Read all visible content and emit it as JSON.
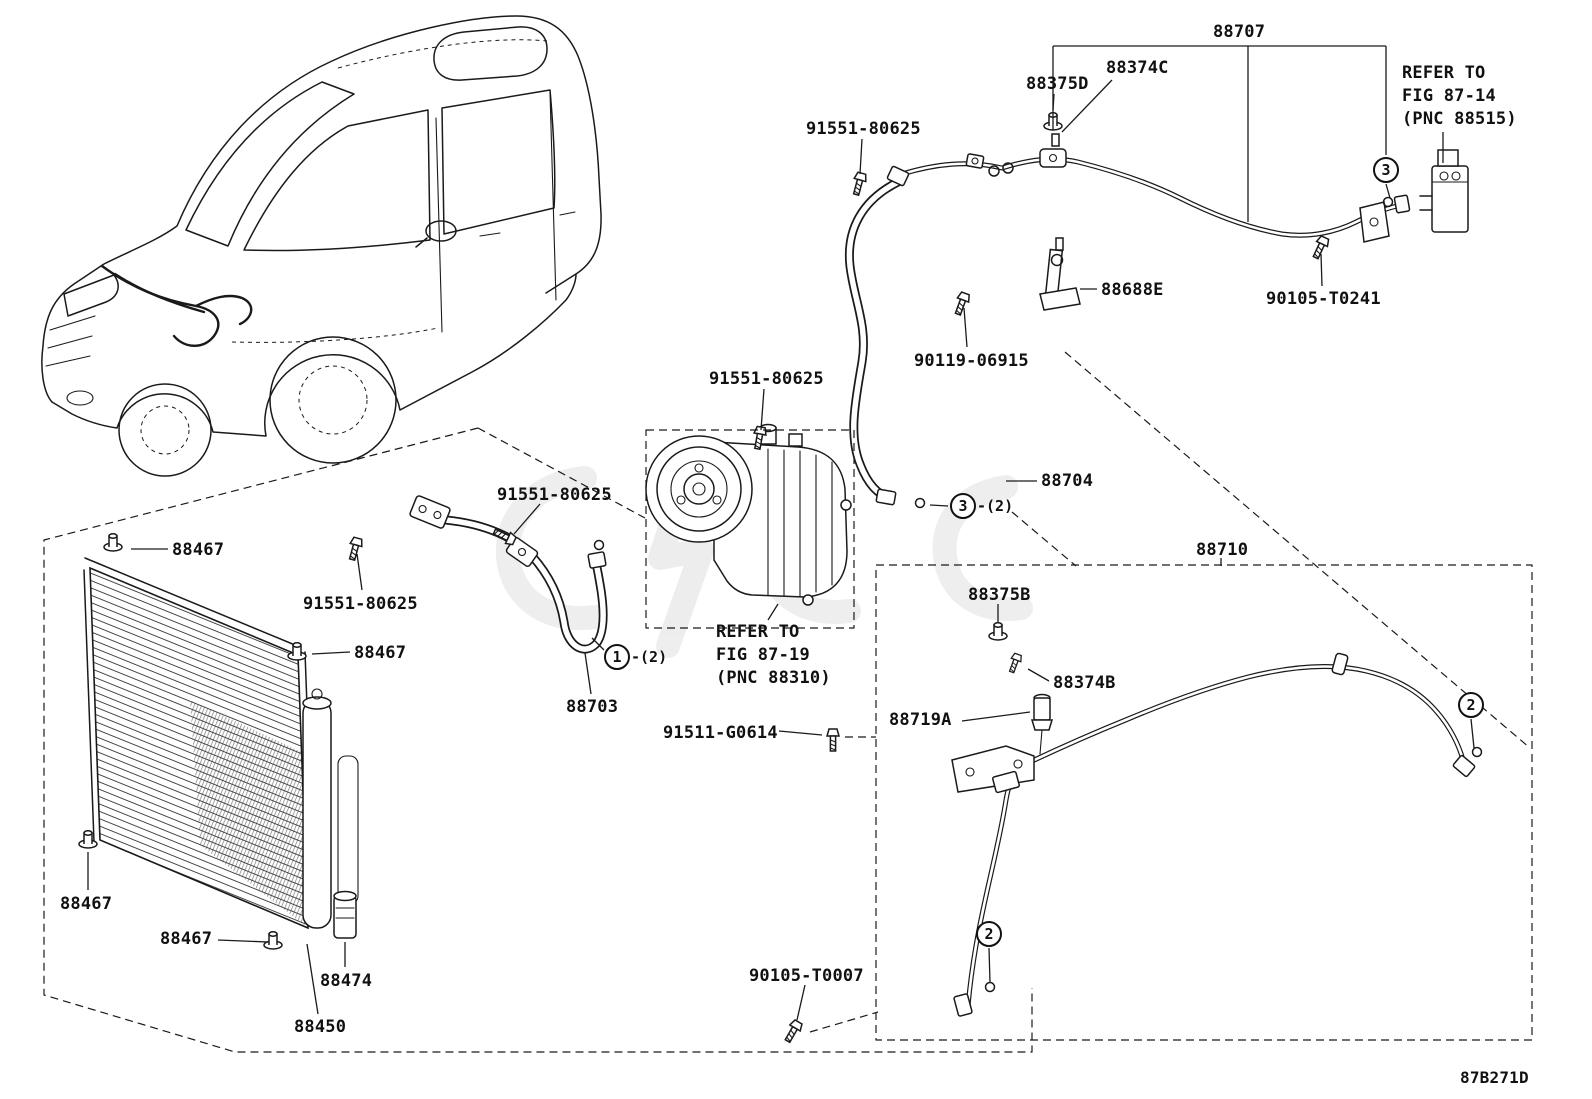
{
  "page": {
    "code": "87B271D",
    "background": "#ffffff",
    "line_color": "#1a1a1a"
  },
  "parts": {
    "p88707": "88707",
    "p88375D": "88375D",
    "p88374C": "88374C",
    "p91551": "91551-80625",
    "p90119": "90119-06915",
    "p88688E": "88688E",
    "p90105T0241": "90105-T0241",
    "p88704": "88704",
    "p88467": "88467",
    "p88703": "88703",
    "p88710": "88710",
    "p88375B": "88375B",
    "p88374B": "88374B",
    "p88719A": "88719A",
    "p91511": "91511-G0614",
    "p88474": "88474",
    "p88450": "88450",
    "p90105T0007": "90105-T0007"
  },
  "notes": {
    "refer1": {
      "l1": "REFER TO",
      "l2": "FIG 87-14",
      "l3": "(PNC 88515)"
    },
    "refer2": {
      "l1": "REFER TO",
      "l2": "FIG 87-19",
      "l3": "(PNC 88310)"
    }
  },
  "callouts": {
    "n1": "1",
    "n2": "2",
    "n3": "3",
    "qty2": "-(2)"
  }
}
